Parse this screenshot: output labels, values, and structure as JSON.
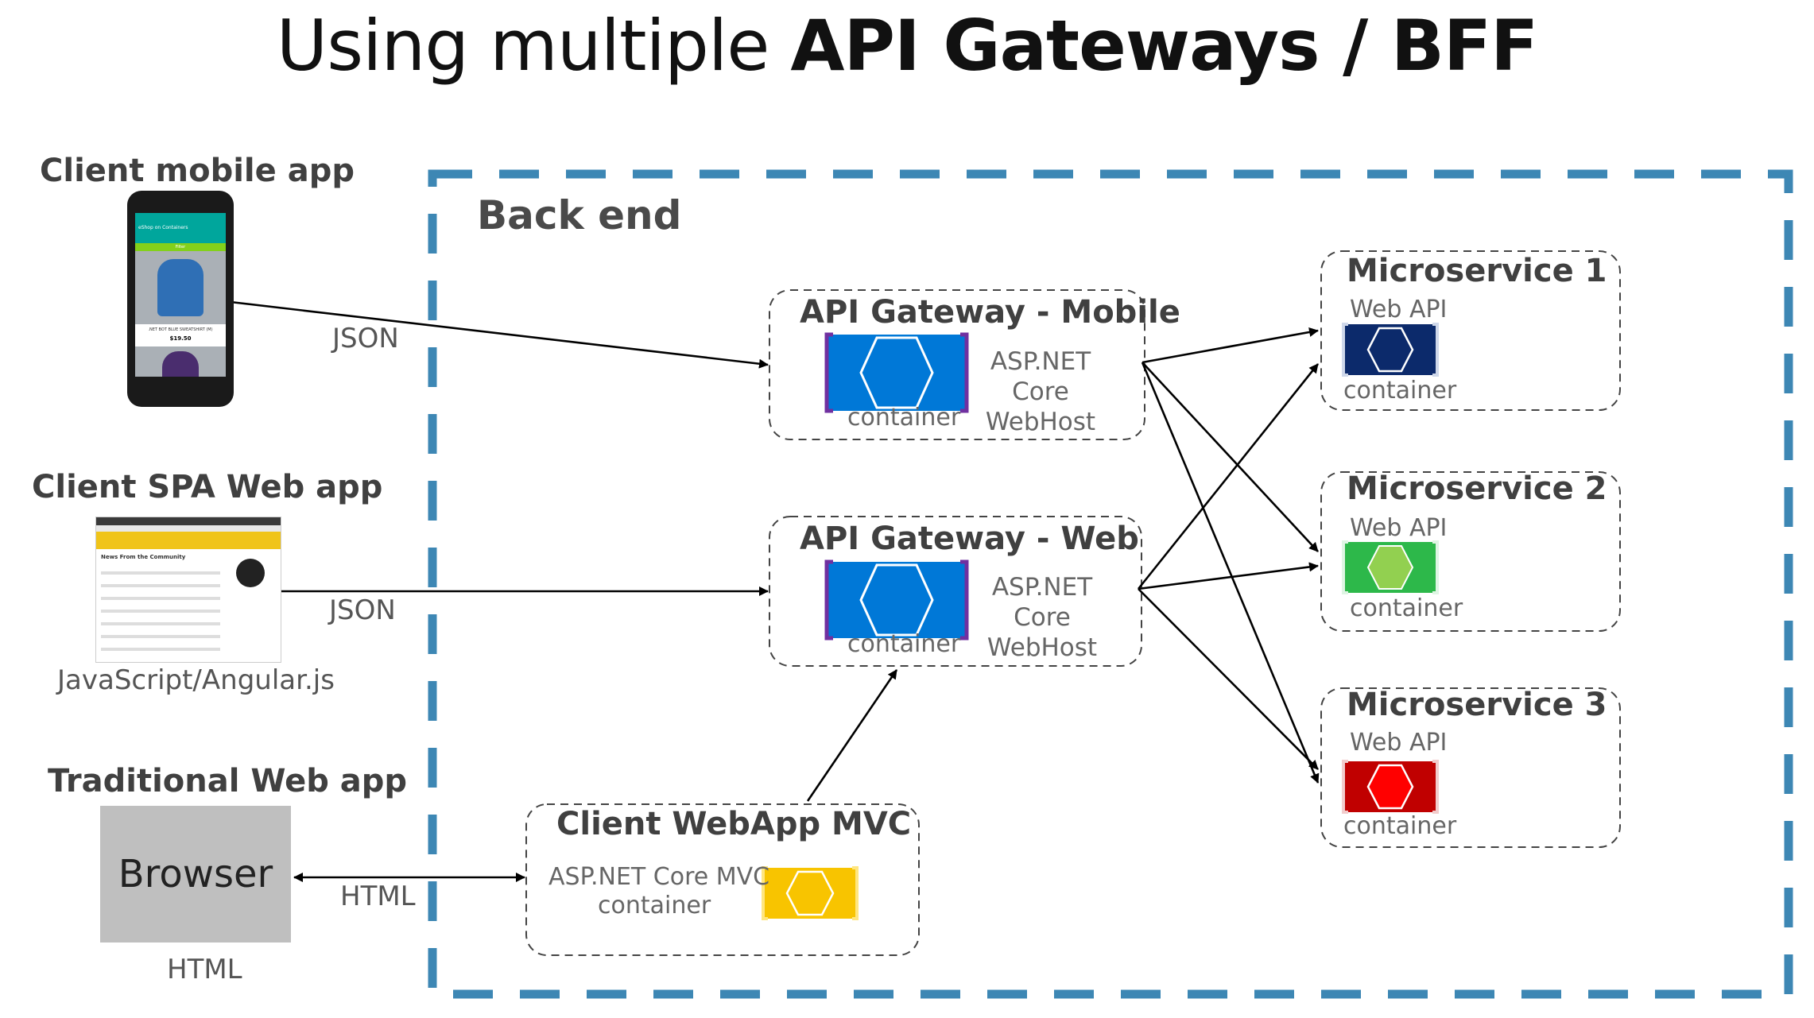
{
  "title": {
    "normal": "Using multiple ",
    "bold": "API Gateways / BFF"
  },
  "clients": {
    "mobile": {
      "label": "Client mobile app",
      "screen_header": "eShop on Containers",
      "screen_filter": "Filter",
      "screen_product": ".NET BOT BLUE SWEATSHIRT (M)",
      "screen_price": "$19.50"
    },
    "spa": {
      "label": "Client SPA Web app",
      "sublabel": "JavaScript/Angular.js",
      "screen_header": "News From the Community"
    },
    "traditional": {
      "label": "Traditional Web app",
      "browser": "Browser",
      "sublabel": "HTML"
    }
  },
  "edges": {
    "json1": "JSON",
    "json2": "JSON",
    "html": "HTML"
  },
  "backend": {
    "label": "Back end"
  },
  "gateways": [
    {
      "title": "API Gateway - Mobile",
      "host_line1": "ASP.NET Core",
      "host_line2": "WebHost",
      "container": "container",
      "color": "#0078d7"
    },
    {
      "title": "API Gateway - Web",
      "host_line1": "ASP.NET Core",
      "host_line2": "WebHost",
      "container": "container",
      "color": "#0078d7"
    }
  ],
  "mvc": {
    "title": "Client WebApp MVC",
    "line1": "ASP.NET Core MVC",
    "line2": "container",
    "color": "#f8c400"
  },
  "microservices": [
    {
      "title": "Microservice 1",
      "api": "Web API",
      "container": "container",
      "color": "#0c2a6b"
    },
    {
      "title": "Microservice 2",
      "api": "Web API",
      "container": "container",
      "color": "#2db84a"
    },
    {
      "title": "Microservice 3",
      "api": "Web API",
      "container": "container",
      "color": "#c00000"
    }
  ],
  "colors": {
    "backend_border": "#3d87b4",
    "container_frame": "#7030a0"
  }
}
